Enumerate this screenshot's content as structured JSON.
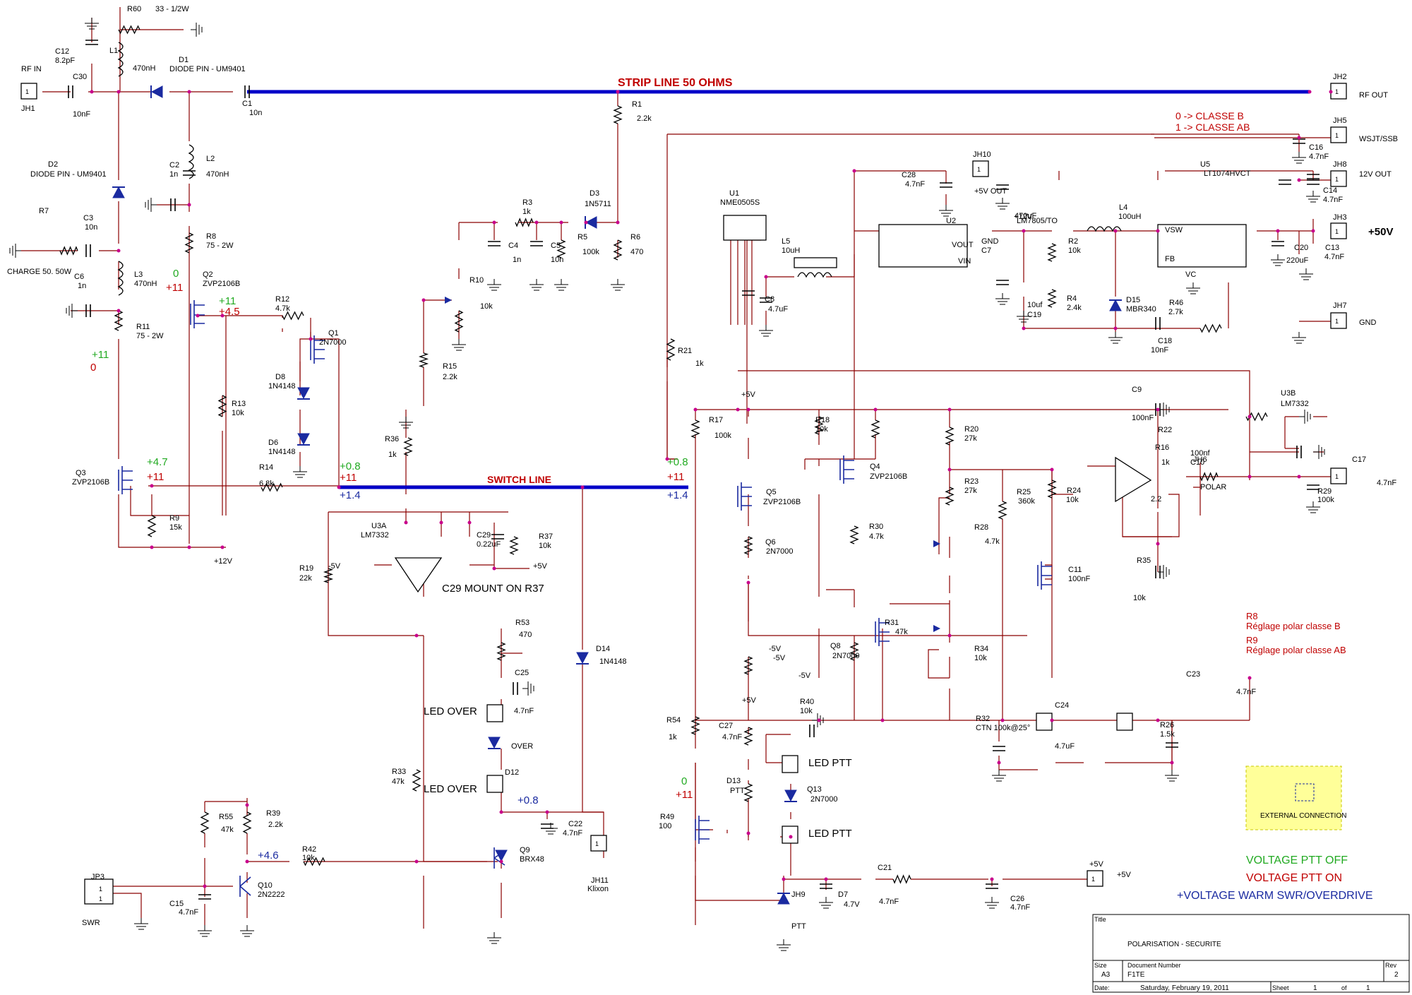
{
  "colors": {
    "wire": "#8b0000",
    "bus": "#0000c8",
    "junction": "#c8008c",
    "red": "#c00000",
    "green": "#22aa22",
    "blue": "#1a2aa0",
    "yellow": "#ffff99",
    "ground": "#000000"
  },
  "nets": {
    "strip_line": "STRIP LINE 50 OHMS",
    "switch_line": "SWITCH LINE",
    "classe_b": "0 -> CLASSE B",
    "classe_ab": "1 -> CLASSE AB",
    "c29_note": "C29 MOUNT ON R37",
    "plus50v": "+50V"
  },
  "legend": {
    "off": "VOLTAGE PTT OFF",
    "on": "VOLTAGE PTT ON",
    "warm": "+VOLTAGE WARM SWR/OVERDRIVE",
    "r8_title": "R8",
    "r8_text": "Réglage polar classe B",
    "r9_title": "R9",
    "r9_text": "Réglage polar classe AB",
    "external": "EXTERNAL CONNECTION"
  },
  "title_block": {
    "title_label": "Title",
    "title": "POLARISATION - SECURITE",
    "size_label": "Size",
    "size": "A3",
    "docnum_label": "Document Number",
    "docnum": "F1TE",
    "rev_label": "Rev",
    "rev": "2",
    "date_label": "Date:",
    "date": "Saturday, February 19, 2011",
    "sheet_label": "Sheet",
    "sheet": "1",
    "of_label": "of",
    "of": "1"
  },
  "leds": {
    "over": "LED OVER",
    "ptt": "LED PTT"
  },
  "labels": [
    {
      "t": "R60"
    },
    {
      "t": "33 - 1/2W"
    },
    {
      "t": "L1"
    },
    {
      "t": "470nH"
    },
    {
      "t": "D1"
    },
    {
      "t": "DIODE PIN - UM9401"
    },
    {
      "t": "C12"
    },
    {
      "t": "8.2pF"
    },
    {
      "t": "RF IN"
    },
    {
      "t": "JH1"
    },
    {
      "t": "C30"
    },
    {
      "t": "10nF"
    },
    {
      "t": "C1"
    },
    {
      "t": "10n"
    },
    {
      "t": "D2"
    },
    {
      "t": "DIODE PIN - UM9401"
    },
    {
      "t": "R7"
    },
    {
      "t": "C3"
    },
    {
      "t": "10n"
    },
    {
      "t": "CHARGE 50. 50W"
    },
    {
      "t": "C6"
    },
    {
      "t": "1n"
    },
    {
      "t": "L3"
    },
    {
      "t": "470nH"
    },
    {
      "t": "R11"
    },
    {
      "t": "75 - 2W"
    },
    {
      "t": "C2"
    },
    {
      "t": "1n"
    },
    {
      "t": "L2"
    },
    {
      "t": "470nH"
    },
    {
      "t": "R8"
    },
    {
      "t": "75 - 2W"
    },
    {
      "t": "Q2"
    },
    {
      "t": "ZVP2106B"
    },
    {
      "t": "R12"
    },
    {
      "t": "4.7k"
    },
    {
      "t": "Q1"
    },
    {
      "t": "2N7000"
    },
    {
      "t": "D8"
    },
    {
      "t": "1N4148"
    },
    {
      "t": "D6"
    },
    {
      "t": "1N4148"
    },
    {
      "t": "R13"
    },
    {
      "t": "10k"
    },
    {
      "t": "Q3"
    },
    {
      "t": "ZVP2106B"
    },
    {
      "t": "R9"
    },
    {
      "t": "15k"
    },
    {
      "t": "R14"
    },
    {
      "t": "6.8k"
    },
    {
      "t": "+12V"
    },
    {
      "t": "R1"
    },
    {
      "t": "2.2k"
    },
    {
      "t": "D3"
    },
    {
      "t": "1N5711"
    },
    {
      "t": "R3"
    },
    {
      "t": "1k"
    },
    {
      "t": "R6"
    },
    {
      "t": "470"
    },
    {
      "t": "C4"
    },
    {
      "t": "1n"
    },
    {
      "t": "C5"
    },
    {
      "t": "10n"
    },
    {
      "t": "R5"
    },
    {
      "t": "100k"
    },
    {
      "t": "R10"
    },
    {
      "t": "10k"
    },
    {
      "t": "R15"
    },
    {
      "t": "2.2k"
    },
    {
      "t": "R36"
    },
    {
      "t": "1k"
    },
    {
      "t": "U3A"
    },
    {
      "t": "LM7332"
    },
    {
      "t": "C29"
    },
    {
      "t": "0.22uF"
    },
    {
      "t": "R37"
    },
    {
      "t": "10k"
    },
    {
      "t": "R19"
    },
    {
      "t": "22k"
    },
    {
      "t": "-5V"
    },
    {
      "t": "+5V"
    },
    {
      "t": "D14"
    },
    {
      "t": "1N4148"
    },
    {
      "t": "R53"
    },
    {
      "t": "470"
    },
    {
      "t": "C25"
    },
    {
      "t": "4.7nF"
    },
    {
      "t": "OVER"
    },
    {
      "t": "D12"
    },
    {
      "t": "R33"
    },
    {
      "t": "47k"
    },
    {
      "t": "C22"
    },
    {
      "t": "4.7nF"
    },
    {
      "t": "JH11"
    },
    {
      "t": "Klixon"
    },
    {
      "t": "Q9"
    },
    {
      "t": "BRX48"
    },
    {
      "t": "R55"
    },
    {
      "t": "47k"
    },
    {
      "t": "R39"
    },
    {
      "t": "2.2k"
    },
    {
      "t": "R42"
    },
    {
      "t": "10k"
    },
    {
      "t": "Q10"
    },
    {
      "t": "2N2222"
    },
    {
      "t": "C15"
    },
    {
      "t": "4.7nF"
    },
    {
      "t": "JP3"
    },
    {
      "t": "SWR"
    },
    {
      "t": "U1"
    },
    {
      "t": "NME0505S"
    },
    {
      "t": "L5"
    },
    {
      "t": "10uH"
    },
    {
      "t": "C8"
    },
    {
      "t": "4.7uF"
    },
    {
      "t": "JH10"
    },
    {
      "t": "+5V OUT"
    },
    {
      "t": "C28"
    },
    {
      "t": "4.7nF"
    },
    {
      "t": "U2"
    },
    {
      "t": "LM7805/TO"
    },
    {
      "t": "VOUT"
    },
    {
      "t": "VIN"
    },
    {
      "t": "GND"
    },
    {
      "t": "C7"
    },
    {
      "t": "10uf"
    },
    {
      "t": "C19"
    },
    {
      "t": "470uF"
    },
    {
      "t": "+12V"
    },
    {
      "t": "R2"
    },
    {
      "t": "10k"
    },
    {
      "t": "R4"
    },
    {
      "t": "2.4k"
    },
    {
      "t": "L4"
    },
    {
      "t": "100uH"
    },
    {
      "t": "D15"
    },
    {
      "t": "MBR340"
    },
    {
      "t": "C18"
    },
    {
      "t": "10nF"
    },
    {
      "t": "R46"
    },
    {
      "t": "2.7k"
    },
    {
      "t": "U5"
    },
    {
      "t": "LT1074HVCT"
    },
    {
      "t": "VSW"
    },
    {
      "t": "FB"
    },
    {
      "t": "VC"
    },
    {
      "t": "C20"
    },
    {
      "t": "220uF"
    },
    {
      "t": "C13"
    },
    {
      "t": "4.7nF"
    },
    {
      "t": "JH2"
    },
    {
      "t": "RF OUT"
    },
    {
      "t": "JH5"
    },
    {
      "t": "WSJT/SSB"
    },
    {
      "t": "C16"
    },
    {
      "t": "4.7nF"
    },
    {
      "t": "JH8"
    },
    {
      "t": "12V OUT"
    },
    {
      "t": "C14"
    },
    {
      "t": "4.7nF"
    },
    {
      "t": "JH3"
    },
    {
      "t": "JH7"
    },
    {
      "t": "GND"
    },
    {
      "t": "R21"
    },
    {
      "t": "1k"
    },
    {
      "t": "R17"
    },
    {
      "t": "100k"
    },
    {
      "t": "R18"
    },
    {
      "t": "10k"
    },
    {
      "t": "Q4"
    },
    {
      "t": "ZVP2106B"
    },
    {
      "t": "Q5"
    },
    {
      "t": "ZVP2106B"
    },
    {
      "t": "R20"
    },
    {
      "t": "27k"
    },
    {
      "t": "R23"
    },
    {
      "t": "27k"
    },
    {
      "t": "R25"
    },
    {
      "t": "360k"
    },
    {
      "t": "R24"
    },
    {
      "t": "10k"
    },
    {
      "t": "C9"
    },
    {
      "t": "100nF"
    },
    {
      "t": "R16"
    },
    {
      "t": "1k"
    },
    {
      "t": "C10"
    },
    {
      "t": "100nf"
    },
    {
      "t": "U3B"
    },
    {
      "t": "LM7332"
    },
    {
      "t": "R22"
    },
    {
      "t": "2.2"
    },
    {
      "t": "JH6"
    },
    {
      "t": "POLAR"
    },
    {
      "t": "C17"
    },
    {
      "t": "4.7nF"
    },
    {
      "t": "R29"
    },
    {
      "t": "100k"
    },
    {
      "t": "R28"
    },
    {
      "t": "4.7k"
    },
    {
      "t": "R30"
    },
    {
      "t": "4.7k"
    },
    {
      "t": "Q6"
    },
    {
      "t": "2N7000"
    },
    {
      "t": "C11"
    },
    {
      "t": "100nF"
    },
    {
      "t": "R35"
    },
    {
      "t": "10k"
    },
    {
      "t": "Q8"
    },
    {
      "t": "2N7000"
    },
    {
      "t": "R31"
    },
    {
      "t": "47k"
    },
    {
      "t": "R34"
    },
    {
      "t": "10k"
    },
    {
      "t": "-5V"
    },
    {
      "t": "-5V"
    },
    {
      "t": "-5V"
    },
    {
      "t": "C23"
    },
    {
      "t": "4.7nF"
    },
    {
      "t": "R32"
    },
    {
      "t": "CTN 100k@25°"
    },
    {
      "t": "C24"
    },
    {
      "t": "4.7uF"
    },
    {
      "t": "R26"
    },
    {
      "t": "1.5k"
    },
    {
      "t": "R54"
    },
    {
      "t": "1k"
    },
    {
      "t": "C27"
    },
    {
      "t": "4.7nF"
    },
    {
      "t": "R40"
    },
    {
      "t": "10k"
    },
    {
      "t": "D13"
    },
    {
      "t": "PTT"
    },
    {
      "t": "Q13"
    },
    {
      "t": "2N7000"
    },
    {
      "t": "R49"
    },
    {
      "t": "100"
    },
    {
      "t": "C21"
    },
    {
      "t": "4.7nF"
    },
    {
      "t": "C26"
    },
    {
      "t": "4.7nF"
    },
    {
      "t": "D7"
    },
    {
      "t": "4.7V"
    },
    {
      "t": "JH9"
    },
    {
      "t": "PTT"
    },
    {
      "t": "+5V"
    },
    {
      "t": "+5V"
    },
    {
      "t": "+5V"
    },
    {
      "t": "+5V"
    }
  ],
  "voltages": [
    {
      "t": "+11",
      "c": "green"
    },
    {
      "t": "0",
      "c": "red"
    },
    {
      "t": "0",
      "c": "green"
    },
    {
      "t": "+11",
      "c": "red"
    },
    {
      "t": "+11",
      "c": "green"
    },
    {
      "t": "+4.5",
      "c": "red"
    },
    {
      "t": "+4.7",
      "c": "green"
    },
    {
      "t": "+11",
      "c": "red"
    },
    {
      "t": "+0.8",
      "c": "green"
    },
    {
      "t": "+11",
      "c": "red"
    },
    {
      "t": "+1.4",
      "c": "blue"
    },
    {
      "t": "+0.8",
      "c": "green"
    },
    {
      "t": "+11",
      "c": "red"
    },
    {
      "t": "+1.4",
      "c": "blue"
    },
    {
      "t": "0",
      "c": "green"
    },
    {
      "t": "+11",
      "c": "red"
    },
    {
      "t": "+0.8",
      "c": "blue"
    },
    {
      "t": "+4.6",
      "c": "blue"
    }
  ],
  "connectors_pin": "1"
}
